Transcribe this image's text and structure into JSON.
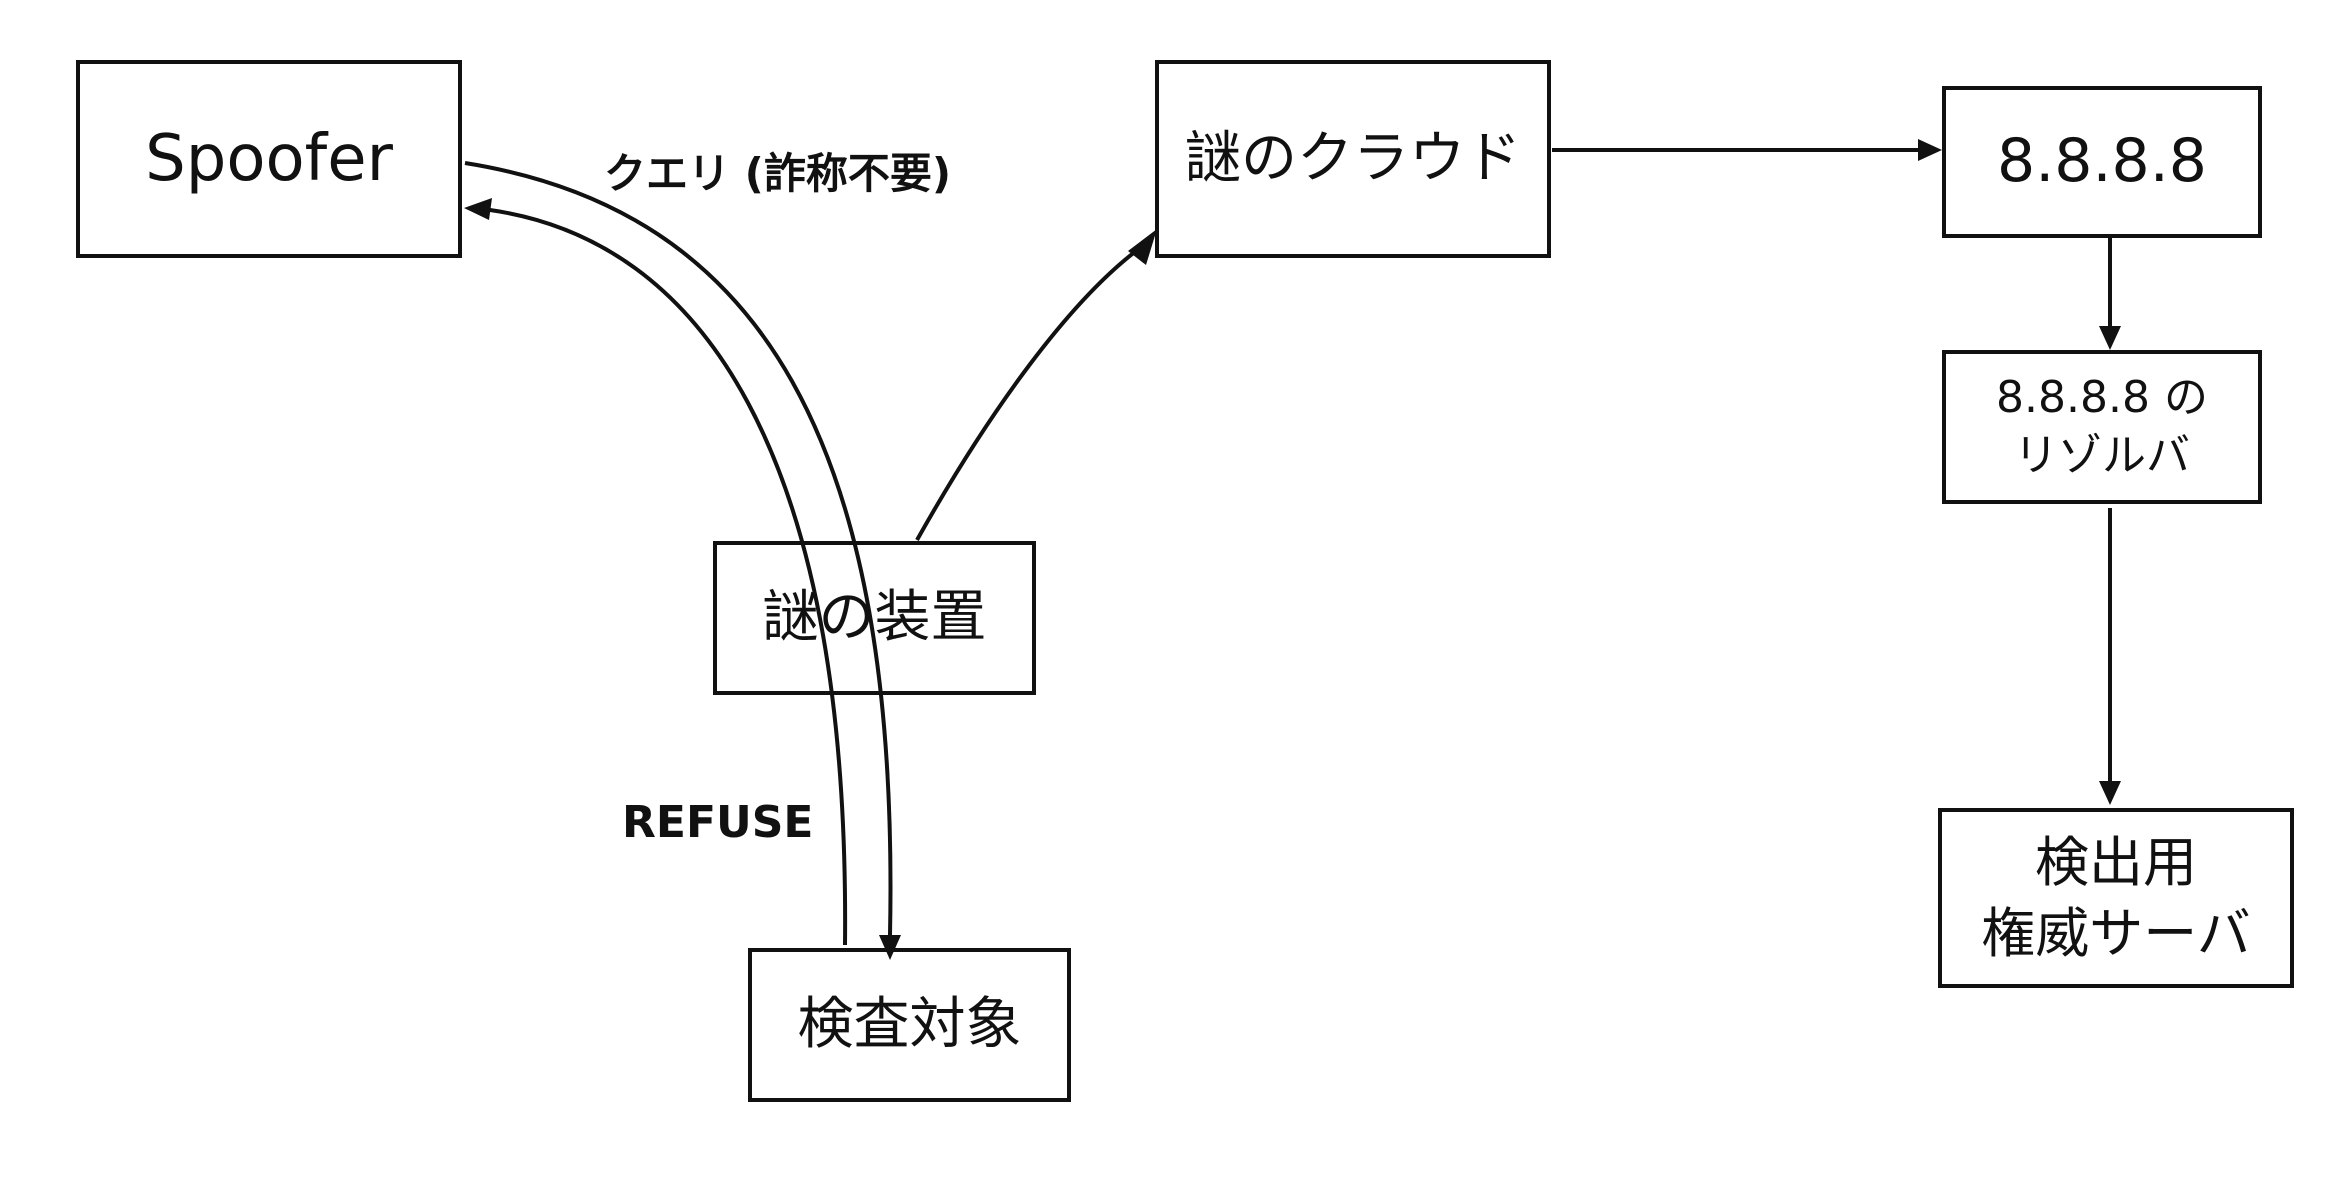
{
  "diagram": {
    "nodes": {
      "spoofer": {
        "label": "Spoofer"
      },
      "device": {
        "label": "謎の装置"
      },
      "target": {
        "label": "検査対象"
      },
      "cloud": {
        "label": "謎のクラウド"
      },
      "google_dns": {
        "label": "8.8.8.8"
      },
      "google_resolver": {
        "lines": [
          "8.8.8.8 の",
          "リゾルバ"
        ]
      },
      "auth_server": {
        "lines": [
          "検出用",
          "権威サーバ"
        ]
      }
    },
    "edges": {
      "query": {
        "label": "クエリ (詐称不要)"
      },
      "refuse": {
        "label": "REFUSE"
      }
    },
    "colors": {
      "stroke": "#111111",
      "background": "#ffffff"
    }
  }
}
